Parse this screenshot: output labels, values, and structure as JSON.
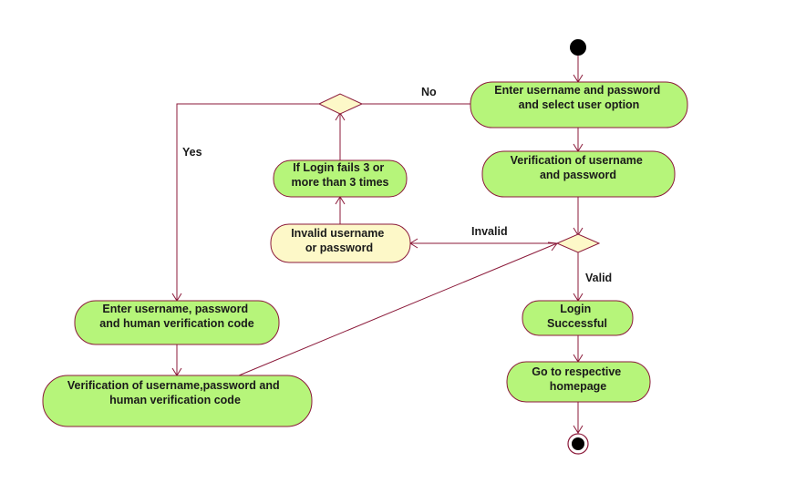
{
  "diagram": {
    "nodes": {
      "enter_credentials": [
        "Enter username and password",
        "and select user option"
      ],
      "verify_credentials": [
        "Verification of username",
        "and password"
      ],
      "login_successful": [
        "Login",
        "Successful"
      ],
      "go_homepage": [
        "Go to respective",
        "homepage"
      ],
      "invalid_credentials": [
        "Invalid username",
        "or password"
      ],
      "login_fails": [
        "If Login fails 3 or",
        "more than 3 times"
      ],
      "enter_with_code": [
        "Enter username, password",
        "and human verification code"
      ],
      "verify_with_code": [
        "Verification of username,password and",
        "human verification code"
      ]
    },
    "edge_labels": {
      "no": "No",
      "yes": "Yes",
      "invalid": "Invalid",
      "valid": "Valid"
    }
  }
}
